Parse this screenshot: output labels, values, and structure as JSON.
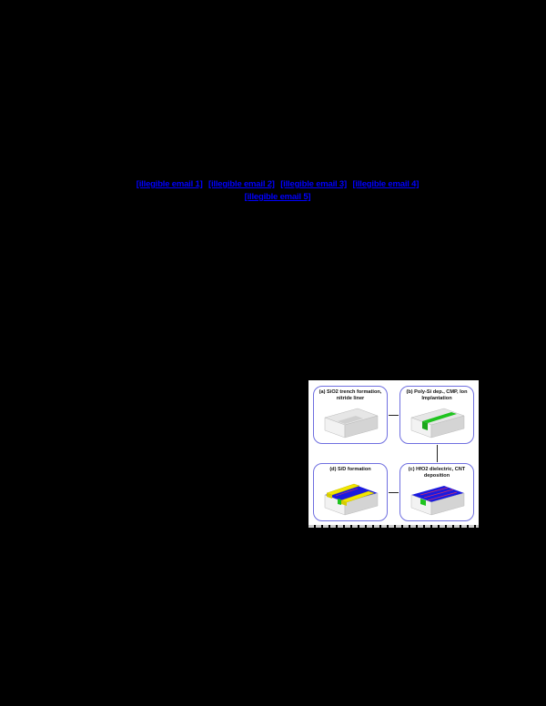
{
  "authors_contact": {
    "emails_line1": [
      "[illegible email 1]",
      "[illegible email 2]",
      "[illegible email 3]",
      "[illegible email 4]"
    ],
    "emails_line2": [
      "[illegible email 5]"
    ],
    "link_color": "#0000ff"
  },
  "figure": {
    "panels": [
      {
        "id": "a",
        "caption": "(a) SiO2 trench formation, nitride liner"
      },
      {
        "id": "b",
        "caption": "(b) Poly-Si dep., CMP, Ion Implantation"
      },
      {
        "id": "c",
        "caption": "(c) HfO2 dielectric, CNT deposition"
      },
      {
        "id": "d",
        "caption": "(d) S/D formation"
      }
    ],
    "flow": [
      "a",
      "b",
      "c",
      "d"
    ],
    "colors": {
      "border": "#6f6fe0",
      "substrate": "#d9d9d9",
      "poly_si": "#1fc41f",
      "hfo2": "#1a1adf",
      "contacts": "#f2e600",
      "cnt": "#d0306a"
    }
  }
}
